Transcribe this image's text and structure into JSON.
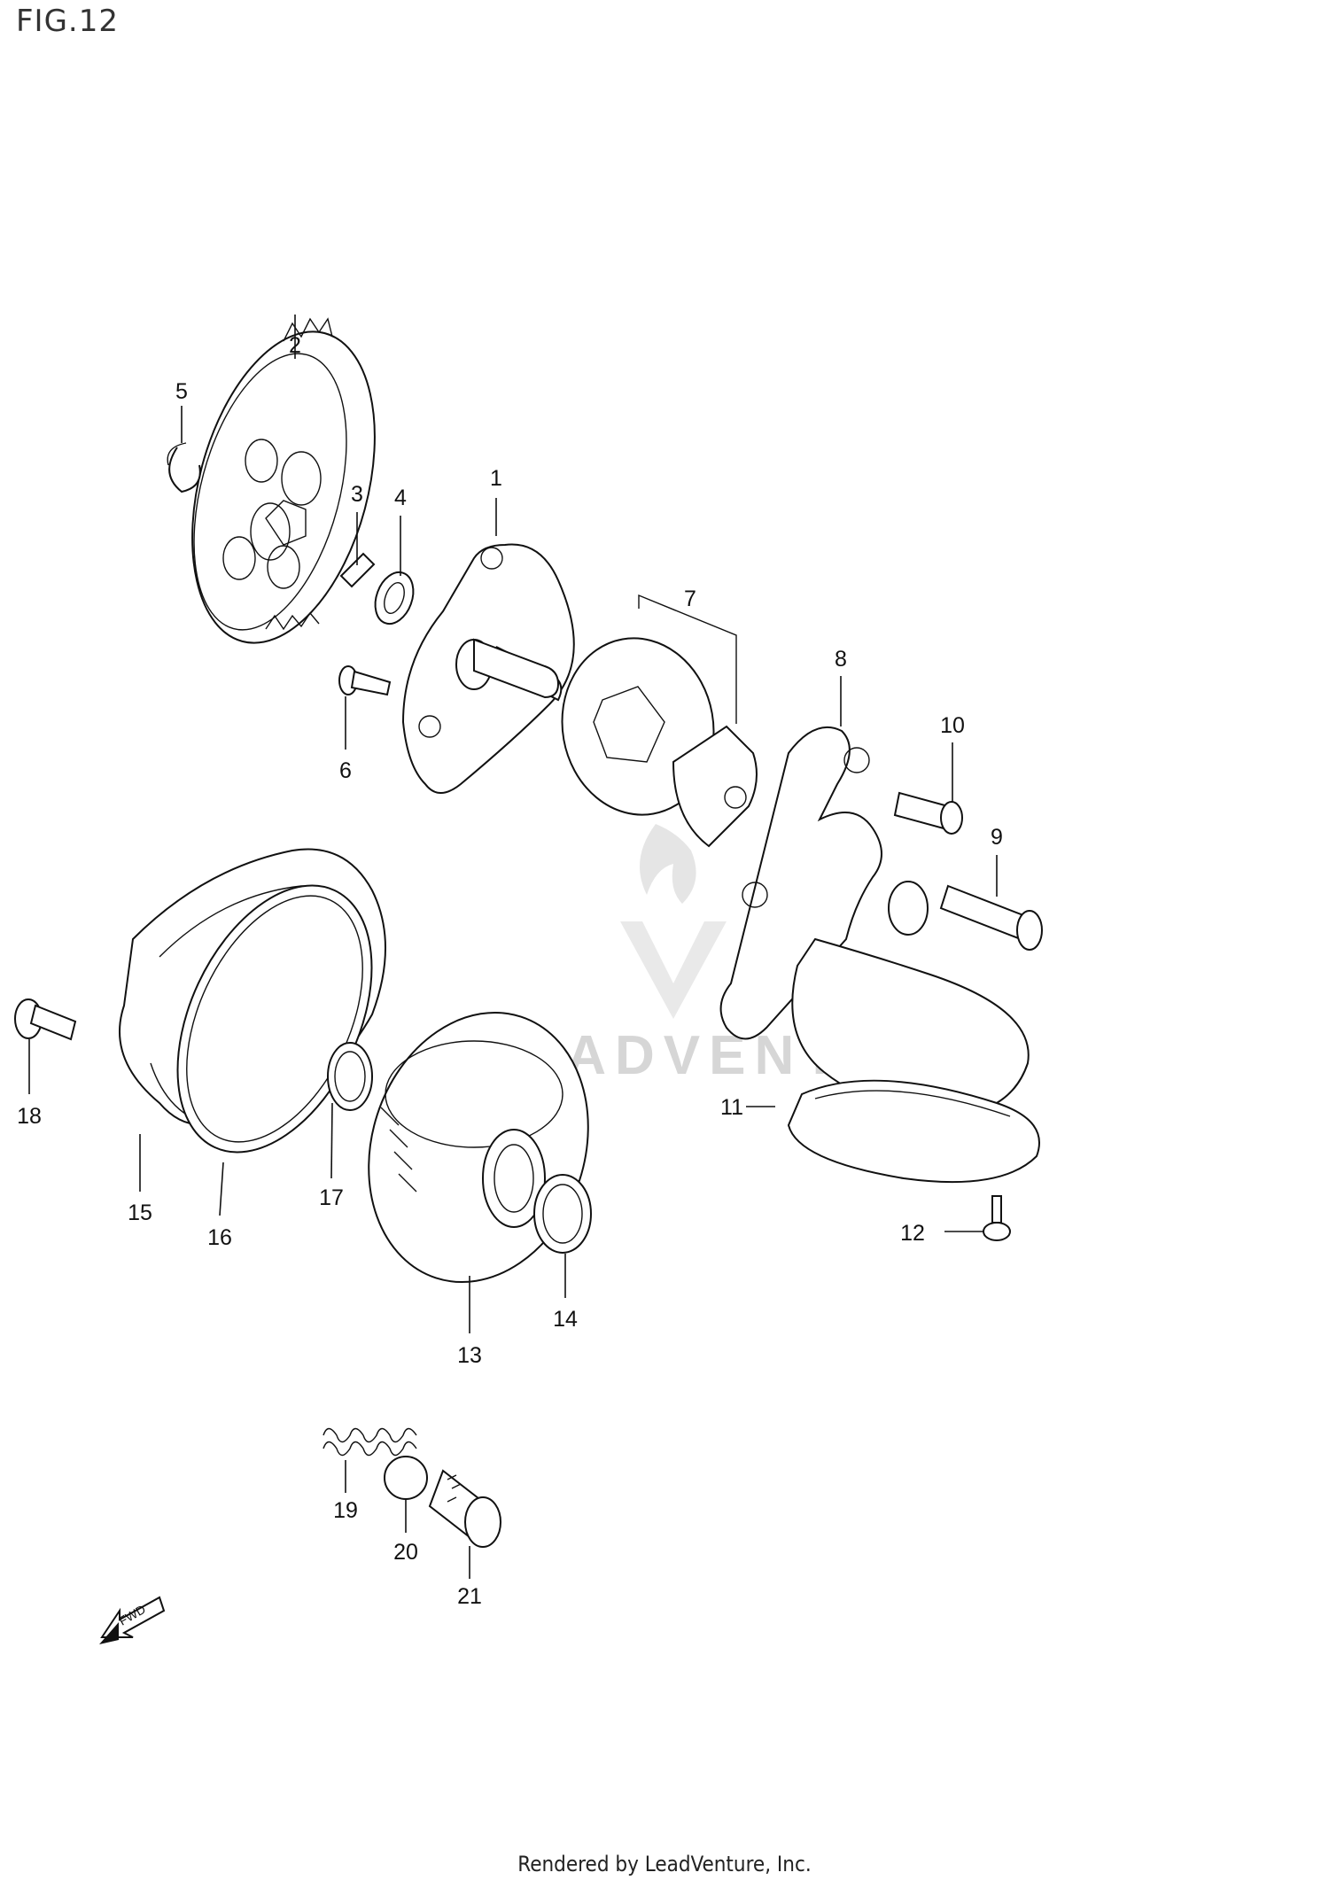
{
  "figure": {
    "title": "FIG.12"
  },
  "watermark": {
    "text": "LEADVENTURE"
  },
  "fwd_label": "FWD",
  "footer": {
    "text": "Rendered by LeadVenture, Inc."
  },
  "callouts": [
    {
      "id": "1",
      "label": "1"
    },
    {
      "id": "2",
      "label": "2"
    },
    {
      "id": "3",
      "label": "3"
    },
    {
      "id": "4",
      "label": "4"
    },
    {
      "id": "5",
      "label": "5"
    },
    {
      "id": "6",
      "label": "6"
    },
    {
      "id": "7",
      "label": "7"
    },
    {
      "id": "8",
      "label": "8"
    },
    {
      "id": "9",
      "label": "9"
    },
    {
      "id": "10",
      "label": "10"
    },
    {
      "id": "11",
      "label": "11"
    },
    {
      "id": "12",
      "label": "12"
    },
    {
      "id": "13",
      "label": "13"
    },
    {
      "id": "14",
      "label": "14"
    },
    {
      "id": "15",
      "label": "15"
    },
    {
      "id": "16",
      "label": "16"
    },
    {
      "id": "17",
      "label": "17"
    },
    {
      "id": "18",
      "label": "18"
    },
    {
      "id": "19",
      "label": "19"
    },
    {
      "id": "20",
      "label": "20"
    },
    {
      "id": "21",
      "label": "21"
    }
  ]
}
